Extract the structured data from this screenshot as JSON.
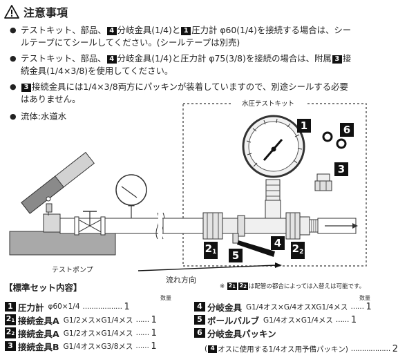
{
  "header": {
    "title": "注意事項"
  },
  "notes": [
    {
      "lines": [
        [
          {
            "t": "テストキット、部品、"
          },
          {
            "b": "4"
          },
          {
            "t": "分岐金具(1/4)と"
          },
          {
            "b": "1"
          },
          {
            "t": "圧力計 φ60(1/4)を接続する場合は、シー"
          }
        ],
        [
          {
            "t": "ルテープにてシールしてください。(シールテープは別売)"
          }
        ]
      ]
    },
    {
      "lines": [
        [
          {
            "t": "テストキット、部品、"
          },
          {
            "b": "4"
          },
          {
            "t": "分岐金具(1/4)と圧力計 φ75(3/8)を接続の場合は、附属"
          },
          {
            "b": "3"
          },
          {
            "t": "接"
          }
        ],
        [
          {
            "t": "続金具(1/4×3/8)を使用してください。"
          }
        ]
      ]
    },
    {
      "lines": [
        [
          {
            "b": "3"
          },
          {
            "t": "接続金具には1/4×3/8両方にパッキンが装着していますので、別途シールする必要"
          }
        ],
        [
          {
            "t": "はありません。"
          }
        ]
      ]
    },
    {
      "lines": [
        [
          {
            "t": "流体:水道水"
          }
        ]
      ]
    }
  ],
  "diagram": {
    "kit_label": "水圧テストキット",
    "pump_label": "テストポンプ",
    "flow_label": "流れ方向",
    "callouts": {
      "c1": "1",
      "c6": "6",
      "c3": "3",
      "c4": "4",
      "c5": "5",
      "c21": "2",
      "c21_sub": "1",
      "c22": "2",
      "c22_sub": "2"
    }
  },
  "set": {
    "title": "【標準セット内容】",
    "note_a": "2",
    "note_a_sub": "1",
    "note_b": "2",
    "note_b_sub": "2",
    "note_text": "は配管の都合によっては入替えは可能です。",
    "qty_header": "数量",
    "left_items": [
      {
        "badge": "1",
        "sub": "",
        "name": "圧力計",
        "spec": "φ60×1/4",
        "dots": "………………",
        "qty": "1"
      },
      {
        "badge": "2",
        "sub": "1",
        "name": "接続金具A",
        "spec": "G1/2メス×G1/4メス",
        "dots": "……",
        "qty": "1"
      },
      {
        "badge": "2",
        "sub": "2",
        "name": "接続金具A",
        "spec": "G1/2オス×G1/4メス",
        "dots": "……",
        "qty": "1"
      },
      {
        "badge": "3",
        "sub": "",
        "name": "接続金具B",
        "spec": "G1/4オス×G3/8メス",
        "dots": "……",
        "qty": "1"
      }
    ],
    "right_items": [
      {
        "badge": "4",
        "sub": "",
        "name": "分岐金具",
        "spec": "G1/4オス×G/4オスXG1/4メス",
        "dots": "……",
        "qty": "1"
      },
      {
        "badge": "5",
        "sub": "",
        "name": "ボールバルブ",
        "spec": "G1/4オス×G1/4メス",
        "dots": "……",
        "qty": "1"
      },
      {
        "badge": "6",
        "sub": "",
        "name": "分岐金具パッキン",
        "spec": "",
        "dots": "",
        "qty": ""
      }
    ],
    "packing_badge": "4",
    "packing_text": "オスに使用する1/4オス用予備パッキン)",
    "packing_open": "(",
    "packing_dots": "………………",
    "packing_qty": "2"
  }
}
